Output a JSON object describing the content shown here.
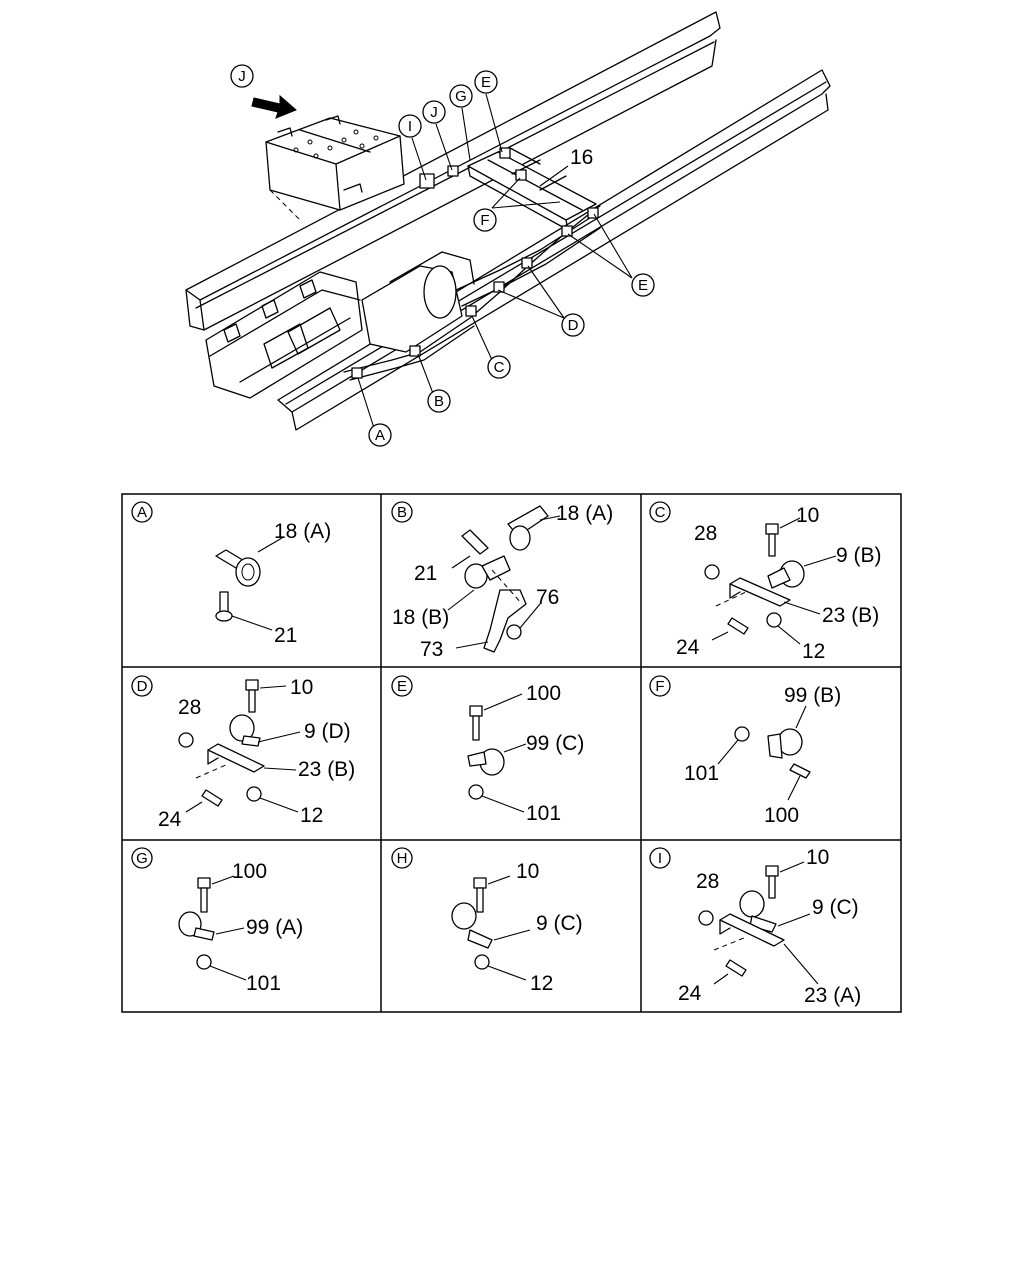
{
  "overview": {
    "view_letter": "J",
    "callouts": [
      "I",
      "J",
      "G",
      "E",
      "F",
      "E",
      "D",
      "C",
      "B",
      "A"
    ],
    "part_label": "16"
  },
  "details": [
    {
      "letter": "A",
      "labels": [
        "18 (A)",
        "21"
      ]
    },
    {
      "letter": "B",
      "labels": [
        "18 (A)",
        "21",
        "18 (B)",
        "76",
        "73"
      ]
    },
    {
      "letter": "C",
      "labels": [
        "10",
        "28",
        "9 (B)",
        "23 (B)",
        "24",
        "12"
      ]
    },
    {
      "letter": "D",
      "labels": [
        "10",
        "28",
        "9 (D)",
        "23 (B)",
        "24",
        "12"
      ]
    },
    {
      "letter": "E",
      "labels": [
        "100",
        "99 (C)",
        "101"
      ]
    },
    {
      "letter": "F",
      "labels": [
        "99 (B)",
        "101",
        "100"
      ]
    },
    {
      "letter": "G",
      "labels": [
        "100",
        "99 (A)",
        "101"
      ]
    },
    {
      "letter": "H",
      "labels": [
        "10",
        "9 (C)",
        "12"
      ]
    },
    {
      "letter": "I",
      "labels": [
        "10",
        "28",
        "9 (C)",
        "24",
        "23 (A)"
      ]
    }
  ]
}
